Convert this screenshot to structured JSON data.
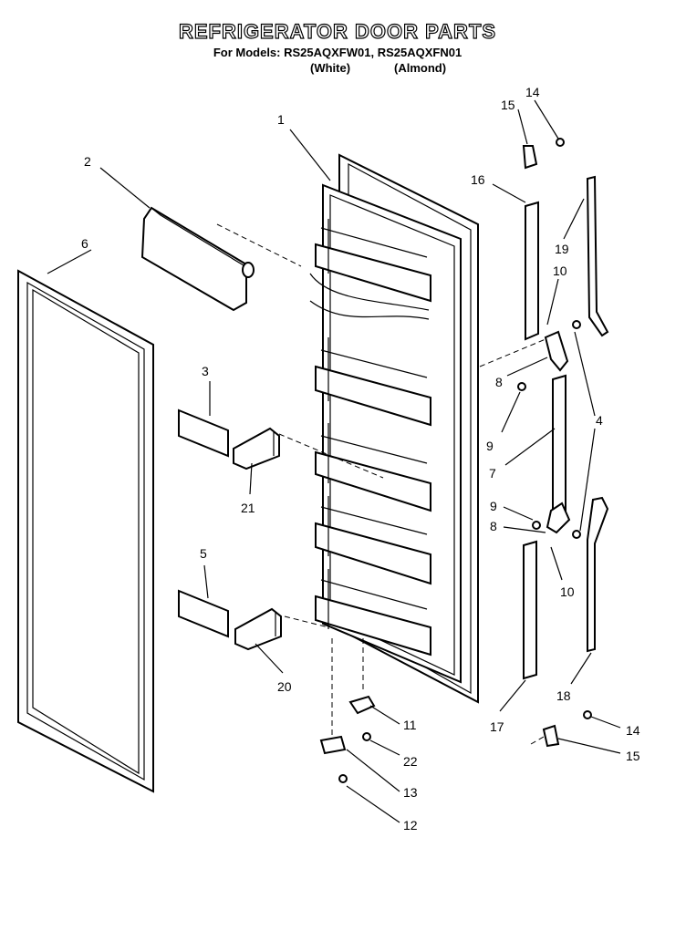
{
  "header": {
    "title": "REFRIGERATOR DOOR PARTS",
    "models": "For Models: RS25AQXFW01, RS25AQXFN01",
    "color_white": "(White)",
    "color_almond": "(Almond)"
  },
  "callouts": {
    "c1": "1",
    "c2": "2",
    "c3": "3",
    "c4": "4",
    "c5": "5",
    "c6": "6",
    "c7": "7",
    "c8a": "8",
    "c8b": "8",
    "c9a": "9",
    "c9b": "9",
    "c10a": "10",
    "c10b": "10",
    "c11": "11",
    "c12": "12",
    "c13": "13",
    "c14a": "14",
    "c14b": "14",
    "c15a": "15",
    "c15b": "15",
    "c16": "16",
    "c17": "17",
    "c18": "18",
    "c19": "19",
    "c20": "20",
    "c21": "21",
    "c22": "22"
  }
}
